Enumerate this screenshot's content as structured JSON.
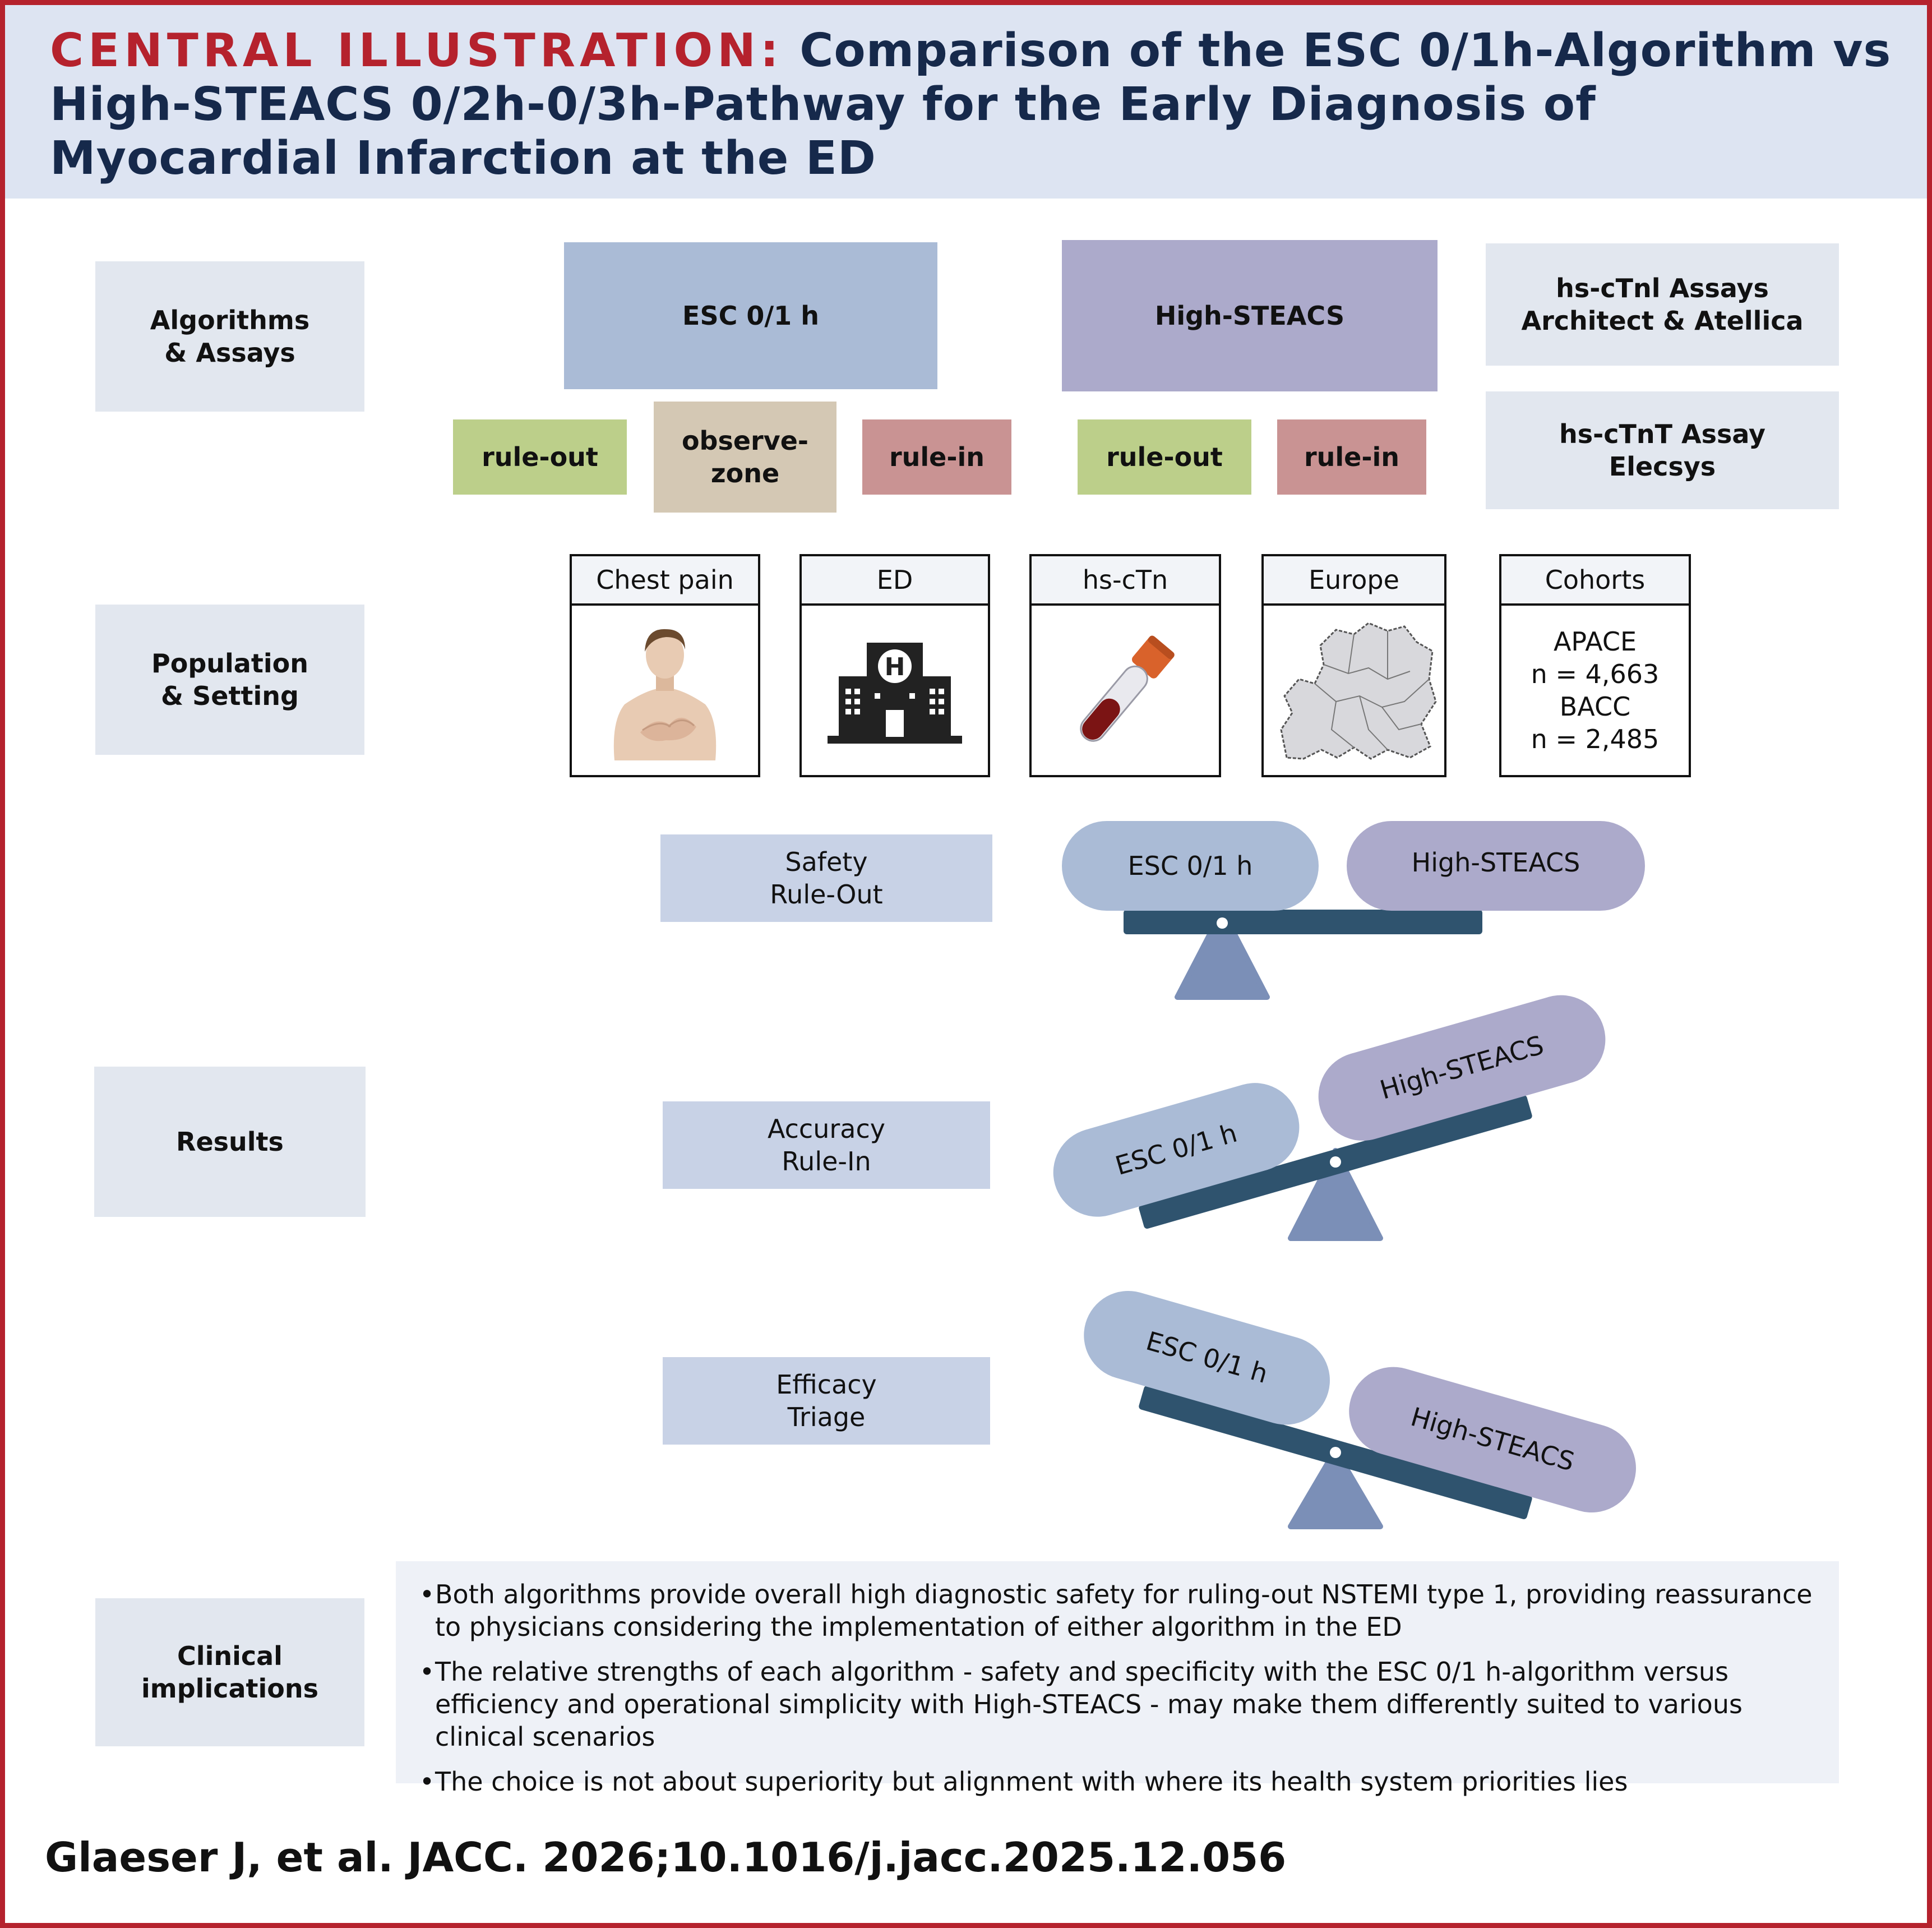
{
  "header": {
    "kicker": "CENTRAL ILLUSTRATION:",
    "title": "Comparison of the ESC 0/1h-Algorithm vs High-STEACS 0/2h-0/3h-Pathway for the Early Diagnosis of Myocardial Infarction at the ED"
  },
  "sections": {
    "algorithms": "Algorithms\n& Assays",
    "population": "Population\n& Setting",
    "results": "Results",
    "clinical": "Clinical\nimplications"
  },
  "algorithms": {
    "esc": {
      "label": "ESC 0/1 h",
      "color": "#aabbd6",
      "zones": [
        {
          "label": "rule-out",
          "color": "#bccf8a"
        },
        {
          "label": "observe-\nzone",
          "color": "#d4c8b4"
        },
        {
          "label": "rule-in",
          "color": "#c99393"
        }
      ]
    },
    "steacs": {
      "label": "High-STEACS",
      "color": "#acaacb",
      "zones": [
        {
          "label": "rule-out",
          "color": "#bccf8a"
        },
        {
          "label": "rule-in",
          "color": "#c99393"
        }
      ]
    }
  },
  "assays": [
    "hs-cTnl Assays\nArchitect & Atellica",
    "hs-cTnT Assay\nElecsys"
  ],
  "population": [
    {
      "title": "Chest pain",
      "icon": "chest-pain-patient-icon"
    },
    {
      "title": "ED",
      "icon": "hospital-icon"
    },
    {
      "title": "hs-cTn",
      "icon": "blood-tube-icon"
    },
    {
      "title": "Europe",
      "icon": "europe-map-icon"
    },
    {
      "title": "Cohorts",
      "lines": [
        "APACE",
        "n = 4,663",
        "BACC",
        "n = 2,485"
      ]
    }
  ],
  "results": [
    {
      "label": "Safety\nRule-Out",
      "balance": "equal",
      "left": "ESC 0/1 h",
      "right": "High-STEACS"
    },
    {
      "label": "Accuracy\nRule-In",
      "balance": "ESC 0/1 h heavier",
      "left": "ESC 0/1 h",
      "right": "High-STEACS"
    },
    {
      "label": "Efficacy\nTriage",
      "balance": "High-STEACS heavier",
      "left": "ESC 0/1 h",
      "right": "High-STEACS"
    }
  ],
  "implications": [
    "Both algorithms provide overall high diagnostic safety for ruling-out NSTEMI type 1, providing reassurance to physicians considering the implementation of either algorithm in the ED",
    "The relative strengths of each algorithm - safety and specificity with the ESC 0/1 h-algorithm versus efficiency and operational simplicity with High-STEACS - may make them differently suited to various clinical scenarios",
    "The choice is not about superiority but alignment with where its health system priorities lies"
  ],
  "citation": "Glaeser J, et al. JACC. 2026;10.1016/j.jacc.2025.12.056",
  "colors": {
    "accent_red": "#b5222d",
    "navy": "#16294b",
    "beam": "#2f536e",
    "fulcrum": "#7b8fb7"
  }
}
